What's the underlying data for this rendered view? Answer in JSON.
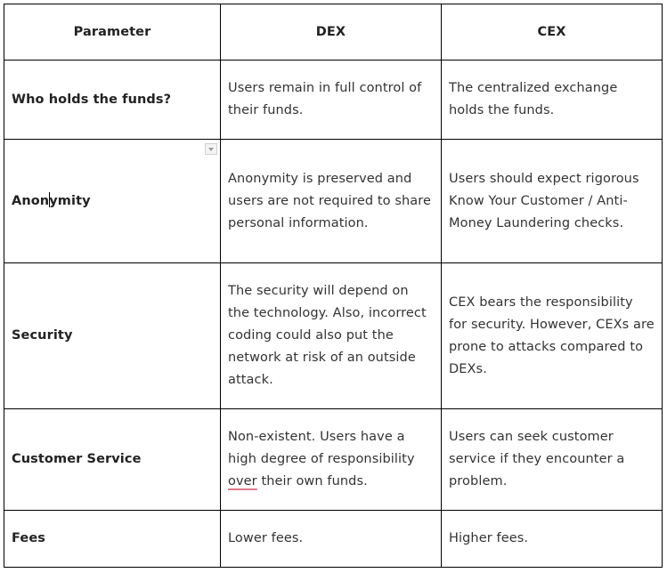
{
  "header": {
    "parameter": "Parameter",
    "dex": "DEX",
    "cex": "CEX"
  },
  "rows": [
    {
      "parameter": "Who holds the funds?",
      "dex": "Users remain in full control of their funds.",
      "cex": "The centralized exchange holds the funds."
    },
    {
      "parameter_before_cursor": "Anon",
      "parameter_after_cursor": "ymity",
      "dex": "Anonymity is preserved and users are not required to share personal information.",
      "cex": "Users should expect rigorous Know Your Customer / Anti-Money Laundering checks."
    },
    {
      "parameter": "Security",
      "dex": "The security will depend on the technology. Also, incorrect coding could also put the network at risk of an outside attack.",
      "cex": "CEX bears the responsibility for security. However, CEXs are prone to attacks compared to DEXs."
    },
    {
      "parameter": "Customer Service",
      "dex_before": "Non-existent. Users have a high degree of responsibility ",
      "dex_flagged": "over",
      "dex_after": " their own funds.",
      "cex": "Users can seek customer service if they encounter a problem."
    },
    {
      "parameter": "Fees",
      "dex": "Lower fees.",
      "cex": "Higher fees."
    }
  ]
}
